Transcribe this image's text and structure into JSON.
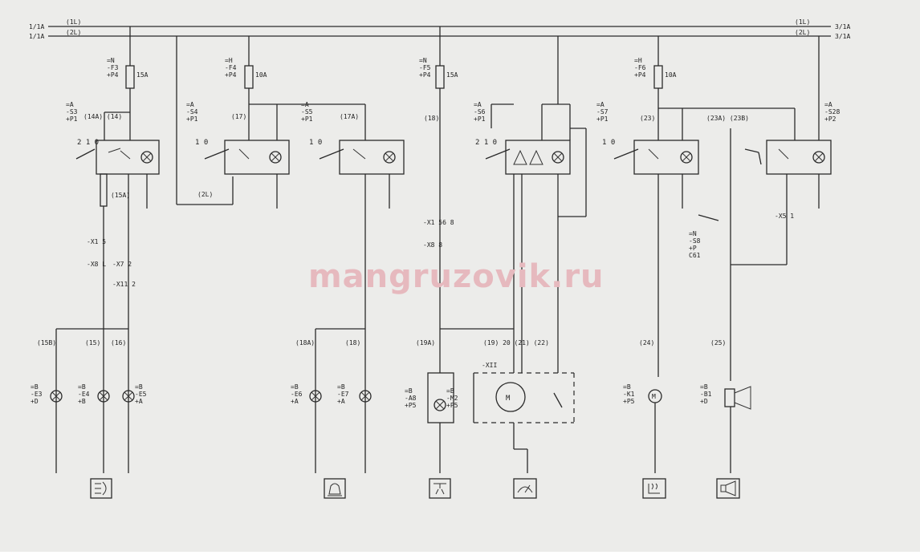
{
  "watermark": "mangruzovik.ru",
  "bus": {
    "left_1": "1/1A",
    "left_2": "1/1A",
    "wire_1": "(1L)",
    "wire_2": "(2L)",
    "right_1": "3/1A",
    "right_2": "3/1A",
    "right_w1": "(1L)",
    "right_w2": "(2L)"
  },
  "fuses": [
    {
      "ref": "=N\n-F3\n+P4",
      "rating": "15A"
    },
    {
      "ref": "=H\n-F4\n+P4",
      "rating": "10A"
    },
    {
      "ref": "=N\n-F5\n+P4",
      "rating": "15A"
    },
    {
      "ref": "=H\n-F6\n+P4",
      "rating": "10A"
    }
  ],
  "switches": [
    {
      "ref": "=A\n-S3\n+P1",
      "positions": "2 1 0",
      "wires": "(14A)  (14)"
    },
    {
      "ref": "=A\n-S4\n+P1",
      "positions": "1  0",
      "wires": "(17)"
    },
    {
      "ref": "=A\n-S5\n+P1",
      "positions": "1  0",
      "wires": "(17A)"
    },
    {
      "ref": "=A\n-S6\n+P1",
      "positions": "2 1 0",
      "wires": "(18)"
    },
    {
      "ref": "=A\n-S7\n+P1",
      "positions": "1  0",
      "wires": "(23)"
    },
    {
      "ref": "=A\n-S28\n+P2",
      "positions": "",
      "wires": "(23A)  (23B)"
    }
  ],
  "labels": {
    "w15a": "(15A)",
    "w2l": "(2L)",
    "x1": "-X1 5",
    "x8": "-X8 L",
    "x7": "-X7 2",
    "x11": "-X11 2",
    "x1b": "-X1 56 8",
    "x8b": "-X8 8",
    "s8": "=N\n-S8\n+P\nC61",
    "x5": "-X5 1",
    "xii": "-XII"
  },
  "loads": [
    {
      "ref": "=B\n-E3\n+D",
      "wire": "(15B)"
    },
    {
      "ref": "=B\n-E4\n+B",
      "wire": "(15)"
    },
    {
      "ref": "=B\n-E5\n+A",
      "wire": "(16)"
    },
    {
      "ref": "=B\n-E6\n+A",
      "wire": "(18A)"
    },
    {
      "ref": "=B\n-E7\n+A",
      "wire": "(18)"
    },
    {
      "ref": "=B\n-A8\n+P5",
      "wire": "(19A)"
    },
    {
      "ref": "=B\n-M2\n+P5",
      "wire": "(19)  20  (21)  (22)"
    },
    {
      "ref": "=B\n-K1\n+P5",
      "wire": "(24)"
    },
    {
      "ref": "=B\n-B1\n+D",
      "wire": "(25)"
    }
  ],
  "icons": [
    "work-lights-icon",
    "beacon-icon",
    "cab-light-icon",
    "wiper-icon",
    "seat-heater-icon",
    "horn-icon"
  ]
}
